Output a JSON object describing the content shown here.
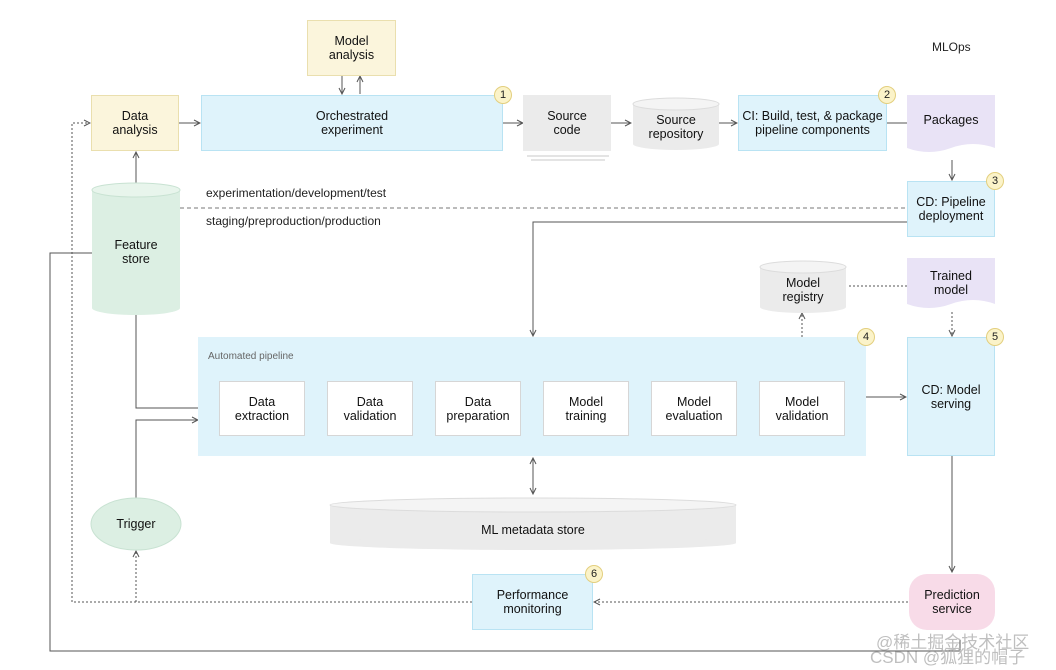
{
  "title": "MLOps",
  "boxes": {
    "model_analysis": "Model\nanalysis",
    "data_analysis": "Data\nanalysis",
    "orchestrated_experiment": "Orchestrated\nexperiment",
    "source_code": "Source\ncode",
    "source_repository": "Source\nrepository",
    "ci_build": "CI: Build, test, & package\npipeline components",
    "packages": "Packages",
    "feature_store": "Feature\nstore",
    "cd_pipeline": "CD: Pipeline\ndeployment",
    "model_registry": "Model\nregistry",
    "trained_model": "Trained\nmodel",
    "cd_model_serving": "CD: Model\nserving",
    "ml_metadata_store": "ML metadata store",
    "trigger": "Trigger",
    "performance_monitoring": "Performance\nmonitoring",
    "prediction_service": "Prediction\nservice"
  },
  "pipeline": {
    "label": "Automated pipeline",
    "steps": [
      "Data\nextraction",
      "Data\nvalidation",
      "Data\npreparation",
      "Model\ntraining",
      "Model\nevaluation",
      "Model\nvalidation"
    ]
  },
  "divider": {
    "upper": "experimentation/development/test",
    "lower": "staging/preproduction/production"
  },
  "badges": [
    "1",
    "2",
    "3",
    "4",
    "5",
    "6"
  ],
  "watermark": "CSDN @狐狸的帽子",
  "watermark_overlay": "@稀土掘金技术社区",
  "colors": {
    "blue": "#dff3fb",
    "yellow": "#fbf5dc",
    "gray": "#ebebeb",
    "purple": "#e9e3f6",
    "pink": "#f8dbe8",
    "green": "#dcefe3",
    "badge": "#fbf3c9"
  }
}
